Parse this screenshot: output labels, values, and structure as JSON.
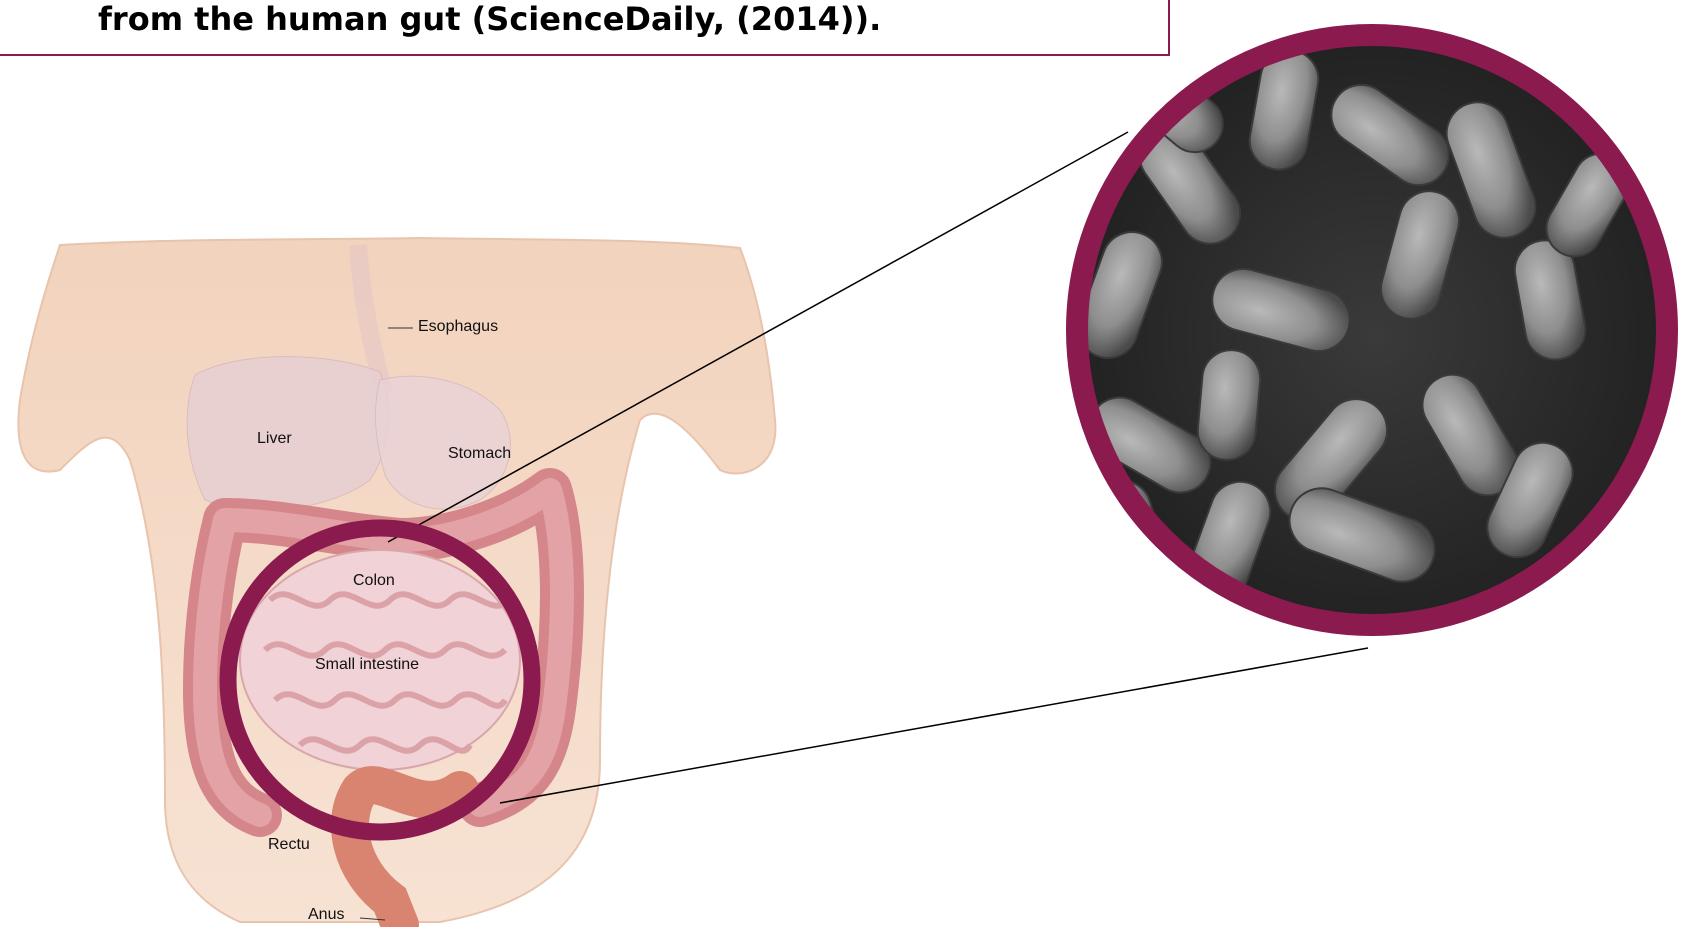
{
  "caption": {
    "text": "from the human gut (ScienceDaily, (2014))."
  },
  "anatomy_labels": {
    "esophagus": "Esophagus",
    "liver": "Liver",
    "stomach": "Stomach",
    "colon": "Colon",
    "small_intestine": "Small intestine",
    "rectum": "Rectu",
    "anus": "Anus"
  },
  "colors": {
    "accent": "#8b1a4f",
    "caption_border": "#8b1a4f"
  }
}
